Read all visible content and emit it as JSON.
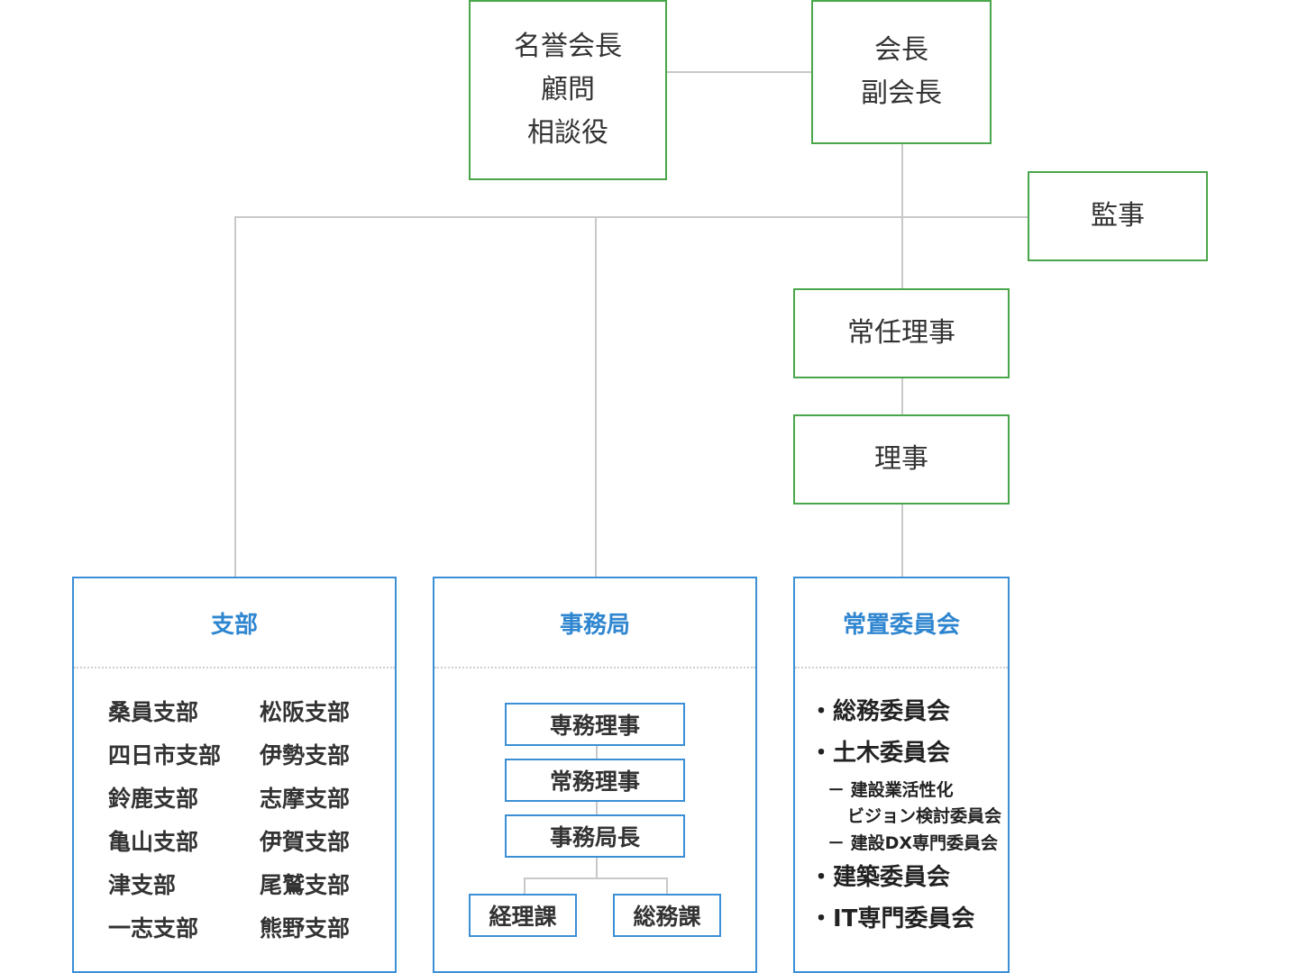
{
  "top": {
    "honorary": [
      "名誉会長",
      "顧問",
      "相談役"
    ],
    "president": [
      "会長",
      "副会長"
    ],
    "auditor": "監事"
  },
  "board": {
    "standing_director": "常任理事",
    "director": "理事"
  },
  "panels": {
    "branches": {
      "title": "支部",
      "left": [
        "桑員支部",
        "四日市支部",
        "鈴鹿支部",
        "亀山支部",
        "津支部",
        "一志支部"
      ],
      "right": [
        "松阪支部",
        "伊勢支部",
        "志摩支部",
        "伊賀支部",
        "尾鷲支部",
        "熊野支部"
      ]
    },
    "secretariat": {
      "title": "事務局",
      "chain": [
        "専務理事",
        "常務理事",
        "事務局長"
      ],
      "sections": [
        "経理課",
        "総務課"
      ]
    },
    "committees": {
      "title": "常置委員会",
      "items": {
        "general": "・総務委員会",
        "civil": "・土木委員会",
        "civil_sub1_line1": "－ 建設業活性化",
        "civil_sub1_line2": "ビジョン検討委員会",
        "civil_sub2": "－ 建設DX専門委員会",
        "architecture": "・建築委員会",
        "it": "・IT専門委員会"
      }
    }
  },
  "colors": {
    "executive_border": "#4aa64a",
    "panel_border": "#3b8fd6",
    "panel_title": "#2f86d0",
    "connector": "#c8c8c8"
  }
}
